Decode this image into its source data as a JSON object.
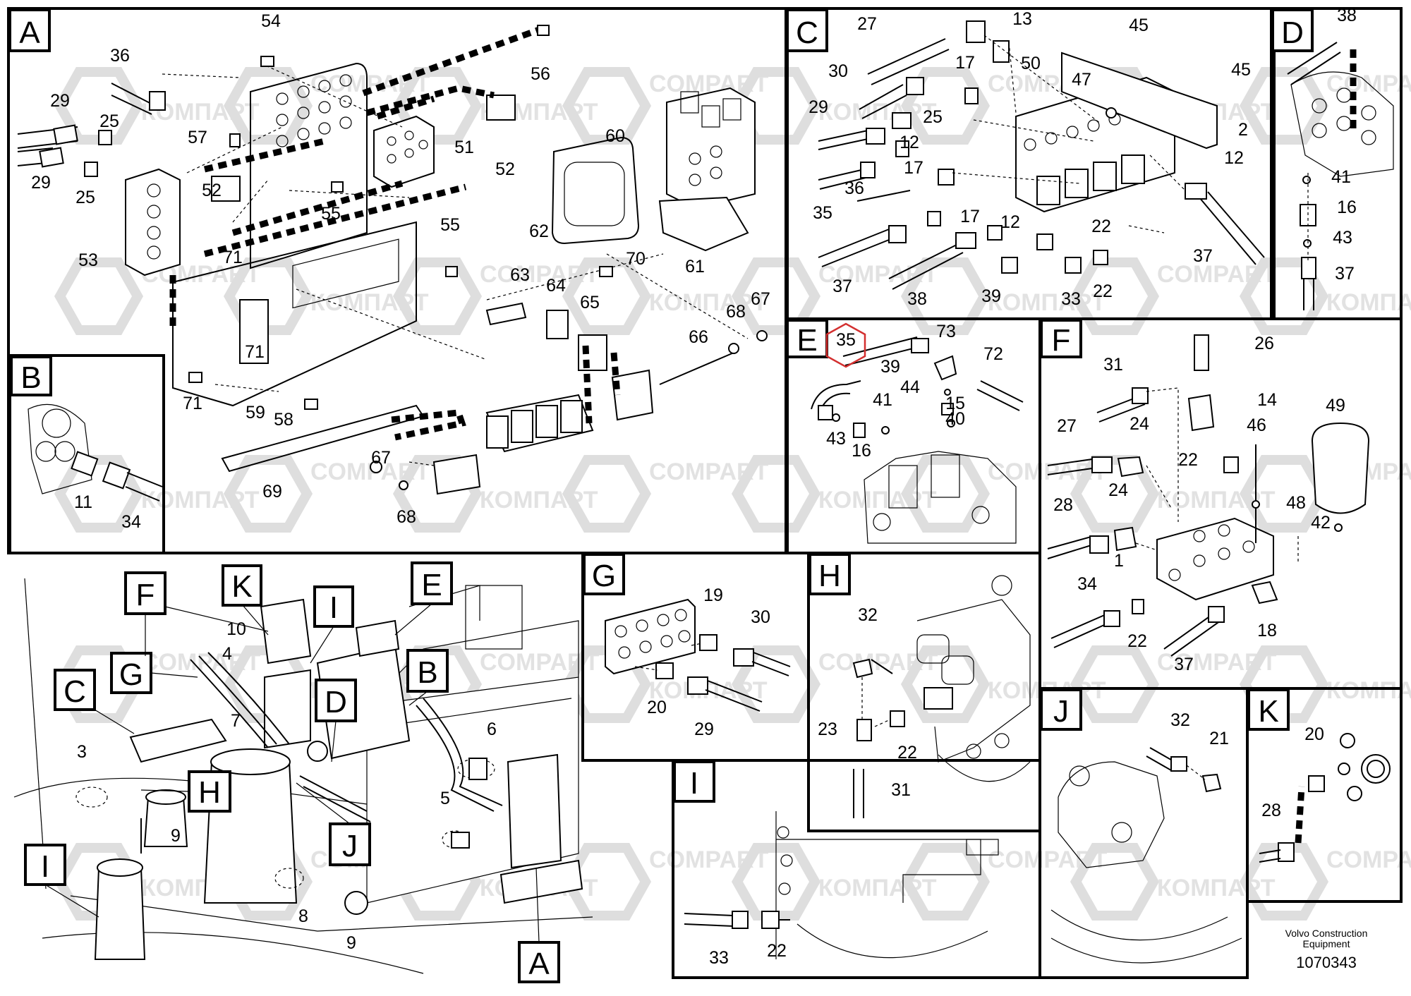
{
  "watermark": {
    "lines": [
      "КОМПАРТ",
      "COMPART"
    ]
  },
  "footer": {
    "brand_line1": "Volvo Construction",
    "brand_line2": "Equipment",
    "drawing_number": "1070343"
  },
  "panels": {
    "A": "A",
    "B": "B",
    "C": "C",
    "D": "D",
    "E": "E",
    "F": "F",
    "G": "G",
    "H": "H",
    "I": "I",
    "J": "J",
    "K": "K"
  },
  "callouts": {
    "A": [
      "54",
      "56",
      "36",
      "29",
      "25",
      "57",
      "51",
      "52",
      "29",
      "25",
      "52",
      "55",
      "60",
      "53",
      "55",
      "71",
      "62",
      "70",
      "61",
      "63",
      "64",
      "65",
      "71",
      "67",
      "68",
      "66",
      "71",
      "59",
      "58",
      "67",
      "69",
      "68"
    ],
    "B": [
      "11",
      "34"
    ],
    "C": [
      "27",
      "13",
      "45",
      "30",
      "17",
      "50",
      "47",
      "45",
      "29",
      "25",
      "2",
      "12",
      "17",
      "12",
      "36",
      "35",
      "17",
      "12",
      "22",
      "37",
      "37",
      "38",
      "39",
      "33",
      "22"
    ],
    "D": [
      "38",
      "41",
      "16",
      "43",
      "37"
    ],
    "E": [
      "35",
      "73",
      "39",
      "72",
      "44",
      "15",
      "41",
      "40",
      "43",
      "16"
    ],
    "F": [
      "26",
      "31",
      "14",
      "49",
      "27",
      "24",
      "46",
      "22",
      "28",
      "24",
      "48",
      "42",
      "1",
      "34",
      "22",
      "18",
      "37"
    ],
    "G": [
      "19",
      "30",
      "20",
      "29"
    ],
    "H": [
      "32",
      "23",
      "22",
      "31"
    ],
    "I": [
      "33",
      "22"
    ],
    "J": [
      "32",
      "21"
    ],
    "K": [
      "20",
      "28"
    ],
    "overview": [
      "F",
      "K",
      "I",
      "E",
      "G",
      "C",
      "10",
      "4",
      "7",
      "D",
      "B",
      "3",
      "H",
      "6",
      "5",
      "9",
      "J",
      "I",
      "8",
      "9",
      "A"
    ]
  },
  "highlight": {
    "label": "35",
    "shape": "hexagon",
    "color": "#d32f2f"
  }
}
